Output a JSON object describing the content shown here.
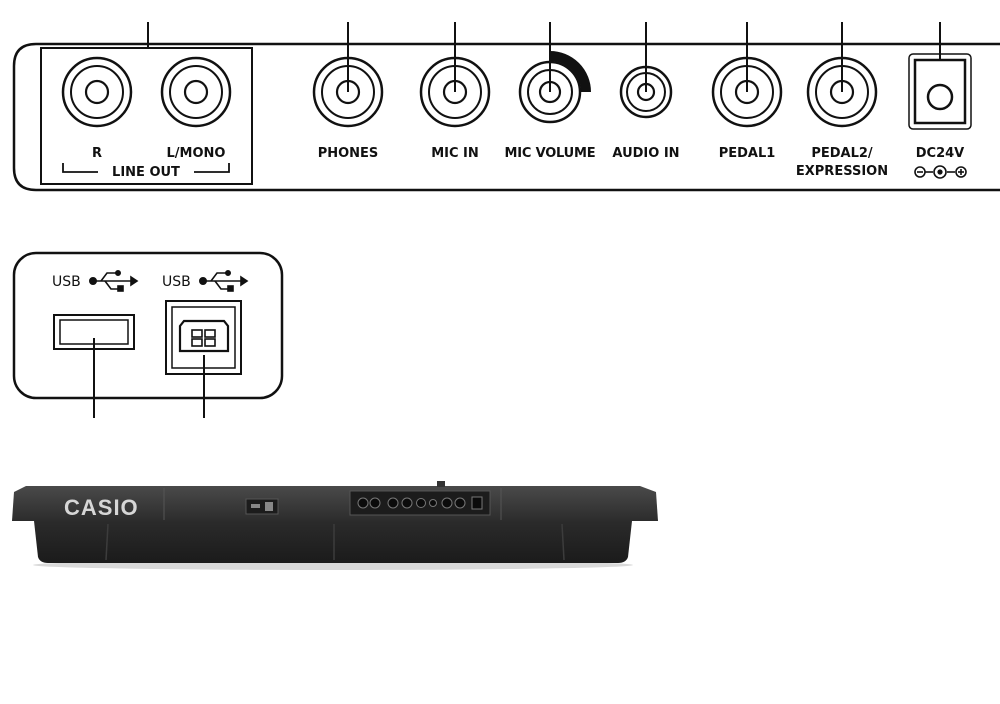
{
  "panel_labels": {
    "line_out_r": "R",
    "line_out_mono": "L/MONO",
    "line_out": "LINE OUT",
    "phones": "PHONES",
    "mic_in": "MIC IN",
    "mic_volume": "MIC VOLUME",
    "audio_in": "AUDIO IN",
    "pedal1": "PEDAL1",
    "pedal2_line1": "PEDAL2/",
    "pedal2_line2": "EXPRESSION",
    "dc": "DC24V"
  },
  "usb_labels": {
    "usb_a": "USB",
    "usb_b": "USB"
  },
  "keyboard": {
    "brand": "CASIO"
  }
}
